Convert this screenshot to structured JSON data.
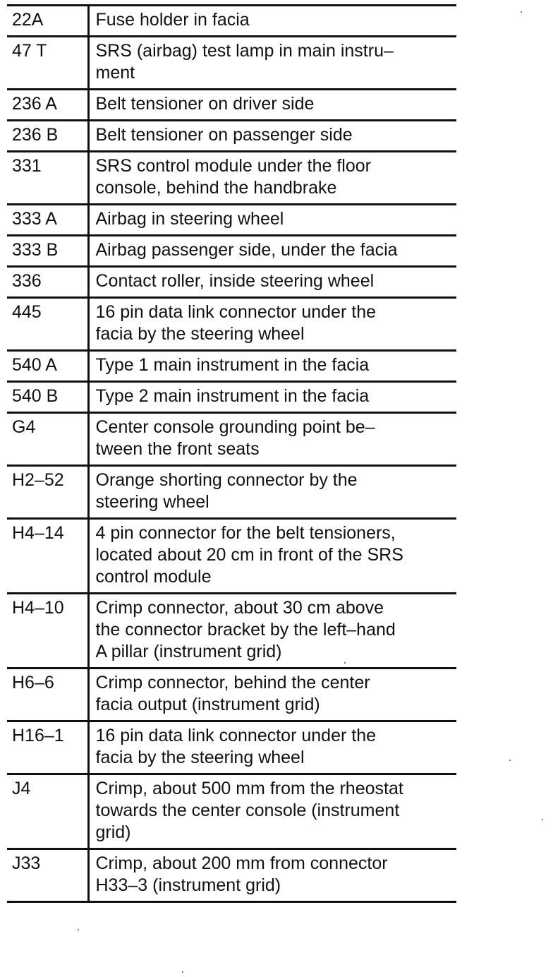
{
  "rows": [
    {
      "code": "22A",
      "desc": "Fuse holder in facia"
    },
    {
      "code": "47 T",
      "desc": "SRS (airbag) test lamp in main instru–\nment"
    },
    {
      "code": "236 A",
      "desc": "Belt tensioner on driver side"
    },
    {
      "code": "236 B",
      "desc": "Belt tensioner on passenger side"
    },
    {
      "code": "331",
      "desc": "SRS control module under the floor\nconsole, behind the handbrake"
    },
    {
      "code": "333 A",
      "desc": "Airbag in steering wheel"
    },
    {
      "code": "333 B",
      "desc": "Airbag passenger side, under the facia"
    },
    {
      "code": "336",
      "desc": "Contact roller, inside steering wheel"
    },
    {
      "code": "445",
      "desc": "16 pin data link connector under the\nfacia by the steering wheel"
    },
    {
      "code": "540 A",
      "desc": "Type 1 main instrument in the facia"
    },
    {
      "code": "540 B",
      "desc": "Type 2 main instrument in the facia"
    },
    {
      "code": "G4",
      "desc": "Center console grounding point be–\ntween the front seats"
    },
    {
      "code": "H2–52",
      "desc": "Orange shorting connector by the\nsteering wheel"
    },
    {
      "code": "H4–14",
      "desc": "4 pin connector for the belt tensioners,\nlocated about 20 cm in front of the SRS\ncontrol module"
    },
    {
      "code": "H4–10",
      "desc": "Crimp connector, about 30 cm above\nthe connector bracket by the left–hand\nA pillar (instrument grid)"
    },
    {
      "code": "H6–6",
      "desc": "Crimp connector, behind the center\nfacia output (instrument grid)"
    },
    {
      "code": "H16–1",
      "desc": "16 pin data link connector under the\nfacia by the steering wheel"
    },
    {
      "code": "J4",
      "desc": "Crimp, about 500 mm from the rheostat\ntowards the center console (instrument\ngrid)"
    },
    {
      "code": "J33",
      "desc": "Crimp, about 200 mm from connector\nH33–3 (instrument grid)"
    }
  ]
}
